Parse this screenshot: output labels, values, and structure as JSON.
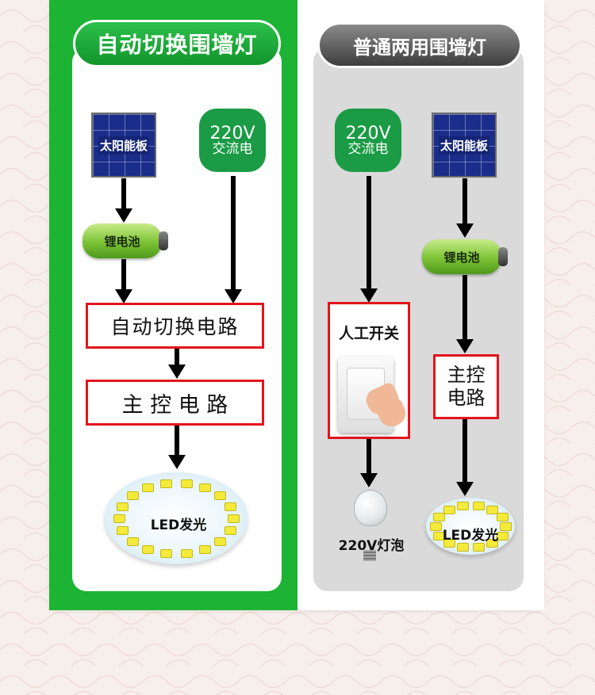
{
  "left": {
    "title": "自动切换围墙灯",
    "solar_label": "太阳能板",
    "ac_voltage": "220V",
    "ac_type": "交流电",
    "battery_label": "锂电池",
    "switch_circuit": "自动切换电路",
    "main_circuit": "主 控 电 路",
    "led_label": "LED发光"
  },
  "right": {
    "title": "普通两用围墙灯",
    "ac_voltage": "220V",
    "ac_type": "交流电",
    "solar_label": "太阳能板",
    "battery_label": "锂电池",
    "manual_switch": "人工开关",
    "main_circuit_line1": "主控",
    "main_circuit_line2": "电路",
    "bulb_label": "220V灯泡",
    "led_label": "LED发光"
  },
  "colors": {
    "green_panel": "#1db334",
    "grey_panel": "#dadada",
    "box_border": "#e3141c",
    "ac_green": "#1b9b45",
    "solar_blue": "#1a2d8a"
  }
}
